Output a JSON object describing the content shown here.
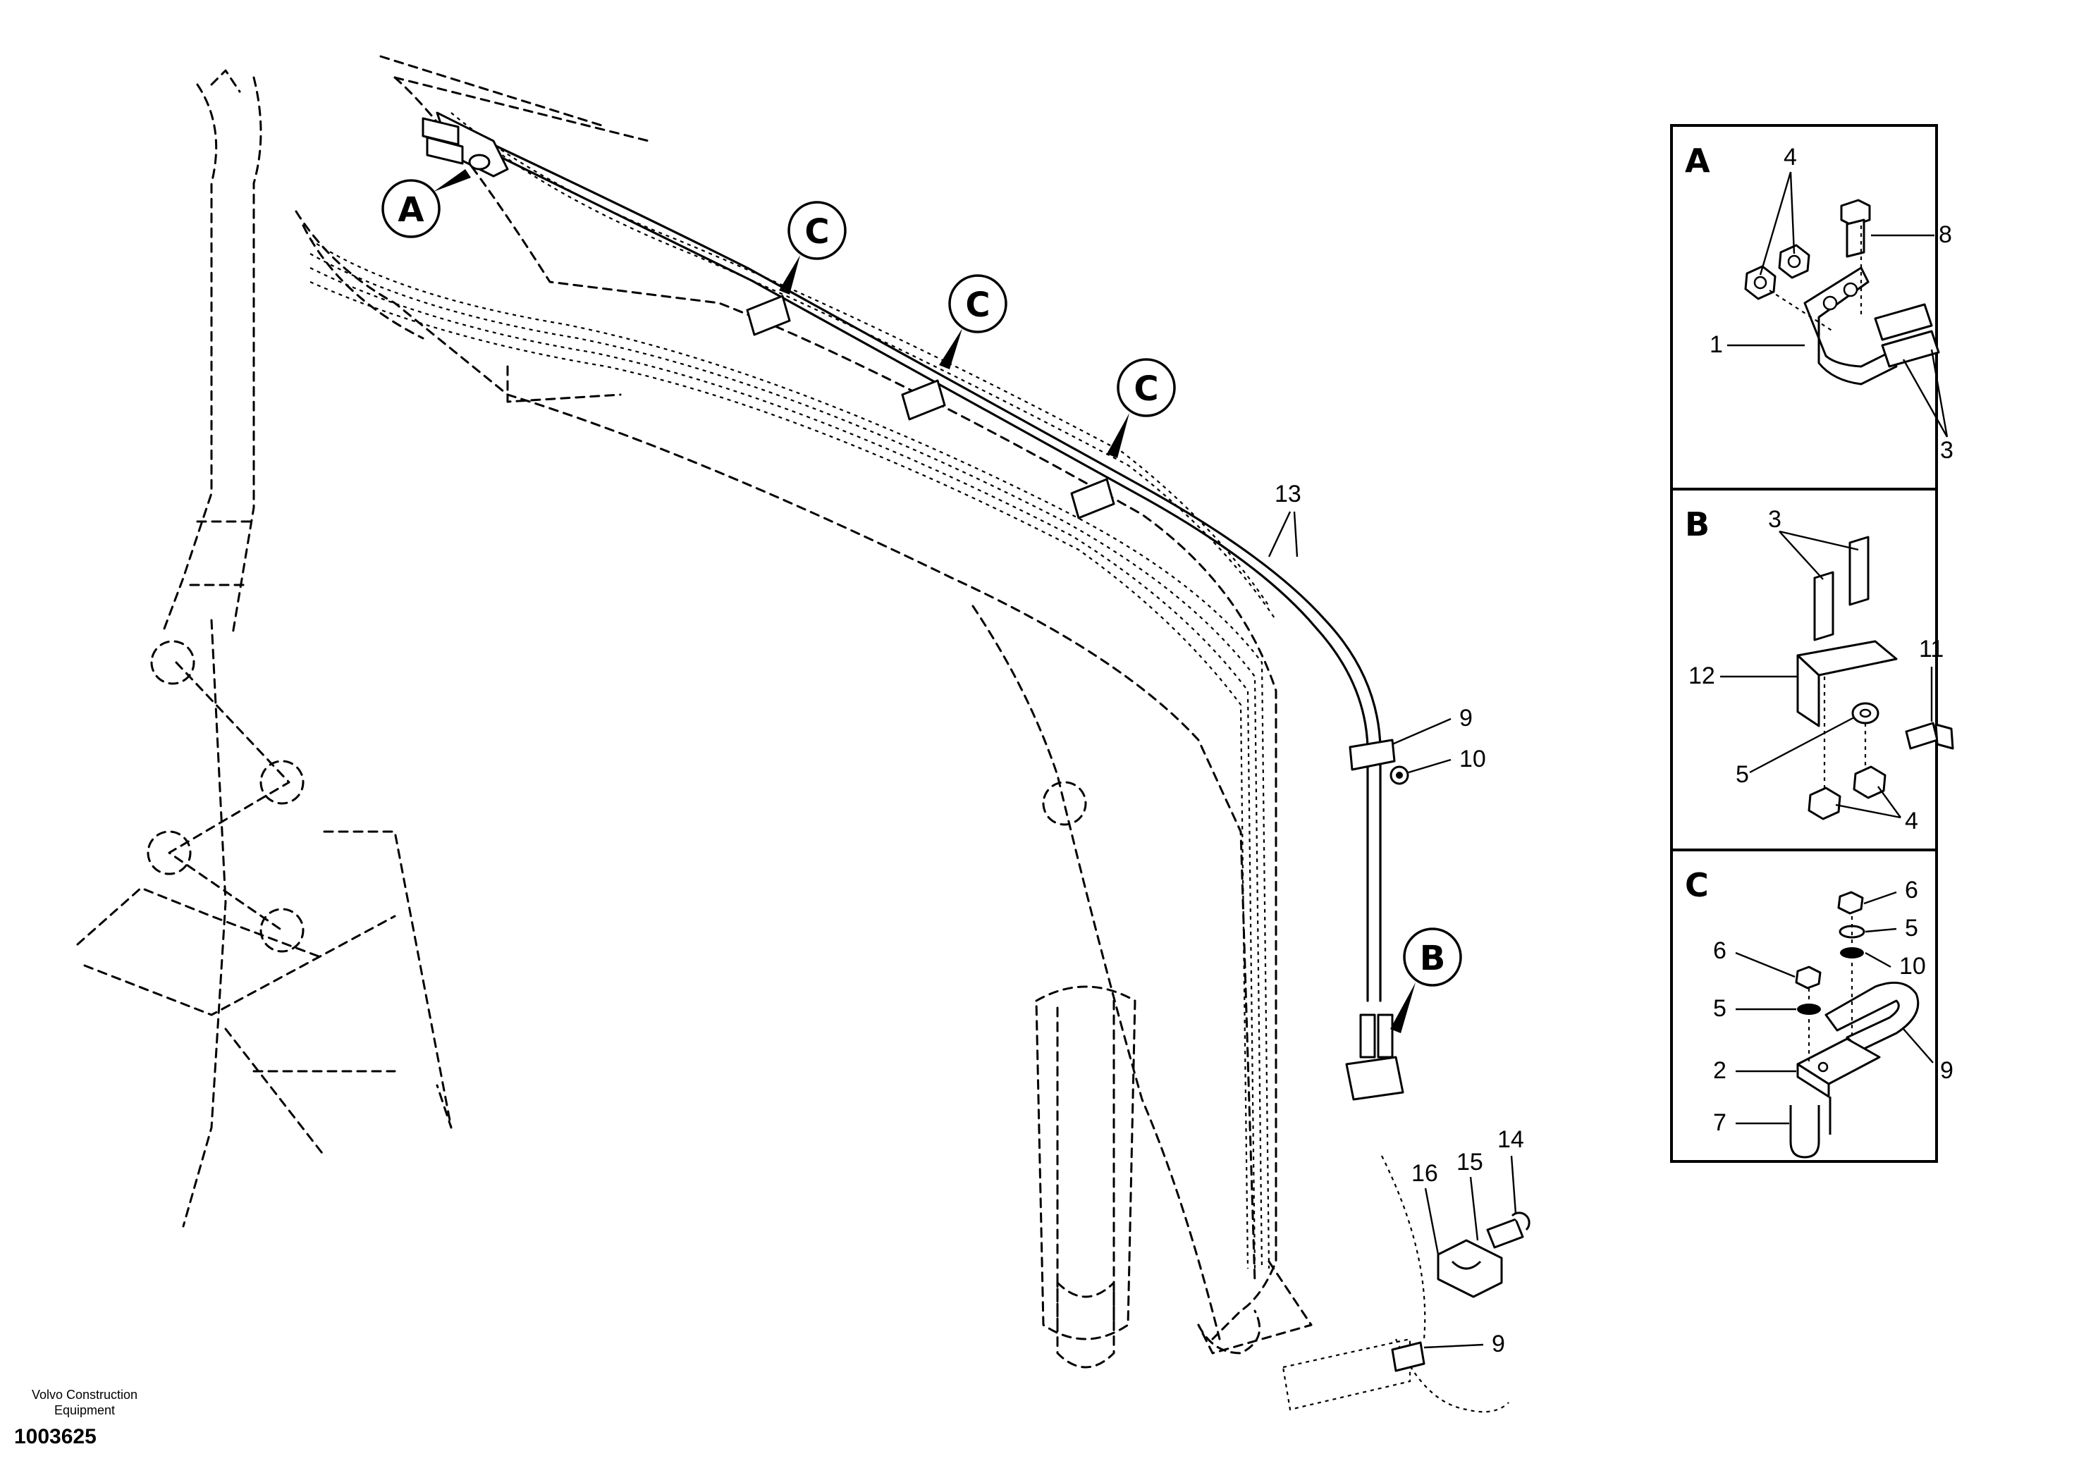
{
  "callouts": {
    "A": "A",
    "B": "B",
    "C": "C",
    "n1": "1",
    "n2": "2",
    "n3": "3",
    "n4": "4",
    "n5": "5",
    "n6": "6",
    "n7": "7",
    "n8": "8",
    "n9": "9",
    "n10": "10",
    "n11": "11",
    "n12": "12",
    "n13": "13",
    "n14": "14",
    "n15": "15",
    "n16": "16"
  },
  "detail_panels": {
    "A": "A",
    "B": "B",
    "C": "C"
  },
  "footer": {
    "company": "Volvo Construction Equipment",
    "document_number": "1003625"
  }
}
